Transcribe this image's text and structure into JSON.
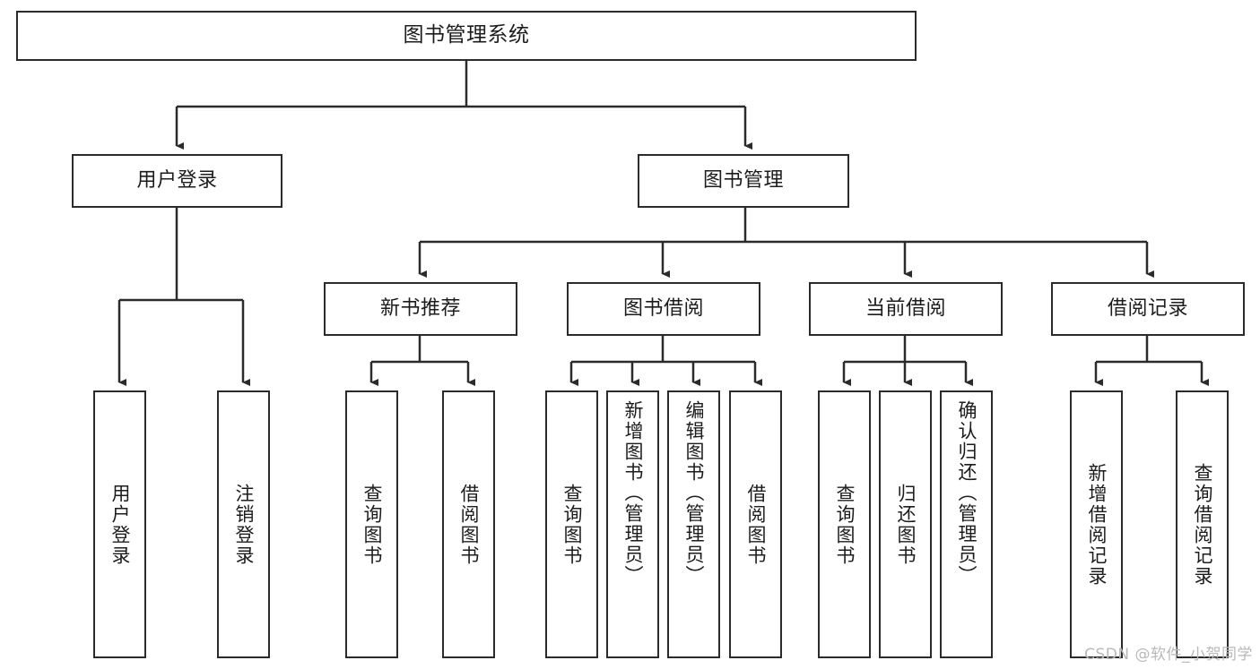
{
  "diagram": {
    "type": "tree-hierarchy",
    "title": "图书管理系统",
    "watermark": "CSDN @软件_小贺同学",
    "colors": {
      "box_border": "#2b2b2b",
      "box_fill": "#ffffff",
      "connector": "#2b2b2b",
      "text": "#1c1c1c",
      "watermark": "#b9b9b9",
      "background": "#ffffff"
    },
    "root": {
      "id": "root",
      "label": "图书管理系统"
    },
    "level1": [
      {
        "id": "user-login",
        "label": "用户登录"
      },
      {
        "id": "book-manage",
        "label": "图书管理"
      }
    ],
    "level2": [
      {
        "id": "new-book-recommend",
        "label": "新书推荐",
        "parent": "book-manage"
      },
      {
        "id": "book-borrow",
        "label": "图书借阅",
        "parent": "book-manage"
      },
      {
        "id": "current-borrow",
        "label": "当前借阅",
        "parent": "book-manage"
      },
      {
        "id": "borrow-record",
        "label": "借阅记录",
        "parent": "book-manage"
      }
    ],
    "leaves": [
      {
        "id": "leaf-user-login",
        "label": "用户登录",
        "parent": "user-login"
      },
      {
        "id": "leaf-user-logout",
        "label": "注销登录",
        "parent": "user-login"
      },
      {
        "id": "leaf-query-book-rec",
        "label": "查询图书",
        "parent": "new-book-recommend"
      },
      {
        "id": "leaf-borrow-book-rec",
        "label": "借阅图书",
        "parent": "new-book-recommend"
      },
      {
        "id": "leaf-query-book-borrow",
        "label": "查询图书",
        "parent": "book-borrow"
      },
      {
        "id": "leaf-add-book-admin",
        "label": "新增图书（管理员）",
        "parent": "book-borrow"
      },
      {
        "id": "leaf-edit-book-admin",
        "label": "编辑图书（管理员）",
        "parent": "book-borrow"
      },
      {
        "id": "leaf-borrow-book",
        "label": "借阅图书",
        "parent": "book-borrow"
      },
      {
        "id": "leaf-query-book-current",
        "label": "查询图书",
        "parent": "current-borrow"
      },
      {
        "id": "leaf-return-book",
        "label": "归还图书",
        "parent": "current-borrow"
      },
      {
        "id": "leaf-confirm-return-admin",
        "label": "确认归还（管理员）",
        "parent": "current-borrow"
      },
      {
        "id": "leaf-add-borrow-record",
        "label": "新增借阅记录",
        "parent": "borrow-record"
      },
      {
        "id": "leaf-query-borrow-record",
        "label": "查询借阅记录",
        "parent": "borrow-record"
      }
    ]
  }
}
